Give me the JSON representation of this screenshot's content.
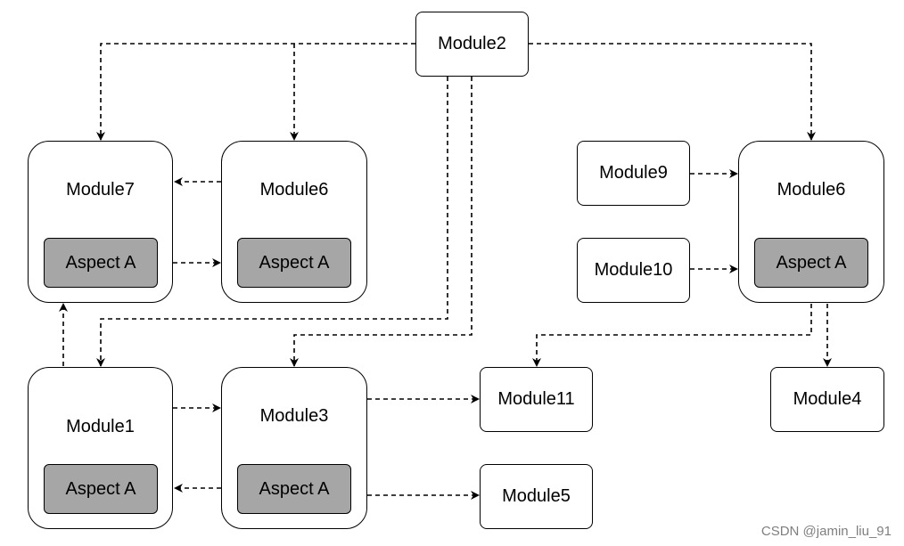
{
  "nodes": {
    "module2": "Module2",
    "module7": "Module7",
    "module6_left": "Module6",
    "module6_right": "Module6",
    "module9": "Module9",
    "module10": "Module10",
    "module1": "Module1",
    "module3": "Module3",
    "module11": "Module11",
    "module4": "Module4",
    "module5": "Module5"
  },
  "aspects": {
    "module7": "Aspect A",
    "module6_left": "Aspect A",
    "module6_right": "Aspect A",
    "module1": "Aspect A",
    "module3": "Aspect A"
  },
  "edges": [
    {
      "from": "Module2",
      "to": "Module7"
    },
    {
      "from": "Module2",
      "to": "Module6 (left)"
    },
    {
      "from": "Module2",
      "to": "Module6 (right)"
    },
    {
      "from": "Module2",
      "to": "Module1"
    },
    {
      "from": "Module2",
      "to": "Module3"
    },
    {
      "from": "Module6 (left)",
      "to": "Module7"
    },
    {
      "from": "Module7 Aspect A",
      "to": "Module6 (left) Aspect A"
    },
    {
      "from": "Module1",
      "to": "Module7"
    },
    {
      "from": "Module1",
      "to": "Module3"
    },
    {
      "from": "Module3 Aspect A",
      "to": "Module1 Aspect A"
    },
    {
      "from": "Module3",
      "to": "Module11"
    },
    {
      "from": "Module3 Aspect A",
      "to": "Module5"
    },
    {
      "from": "Module9",
      "to": "Module6 (right)"
    },
    {
      "from": "Module10",
      "to": "Module6 (right) Aspect A"
    },
    {
      "from": "Module6 (right)",
      "to": "Module11"
    },
    {
      "from": "Module6 (right)",
      "to": "Module4"
    }
  ],
  "style": {
    "line_color": "#000000",
    "aspect_fill": "#a6a6a6",
    "watermark_color": "#7f7f7f"
  },
  "watermark": "CSDN @jamin_liu_91"
}
